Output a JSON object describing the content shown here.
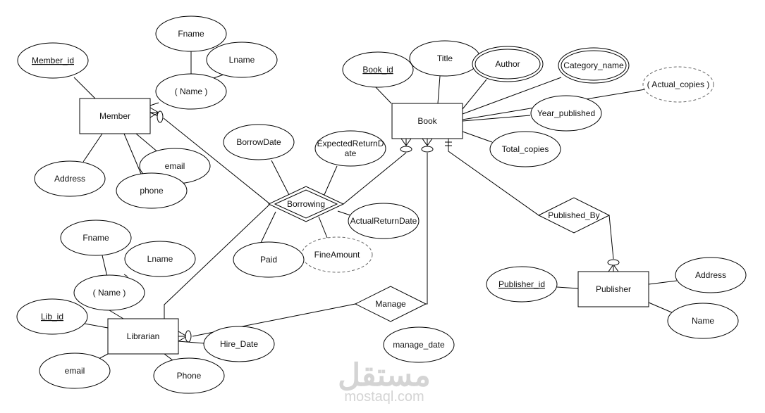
{
  "entities": {
    "member": "Member",
    "book": "Book",
    "librarian": "Librarian",
    "publisher": "Publisher"
  },
  "relationships": {
    "borrowing": "Borrowing",
    "manage": "Manage",
    "published_by": "Published_By"
  },
  "attributes": {
    "member_fname": "Fname",
    "member_lname": "Lname",
    "member_name": "( Name )",
    "member_id": "Member_id",
    "member_address": "Address",
    "member_email": "email",
    "member_phone": "phone",
    "book_id": "Book_id",
    "book_title": "Title",
    "book_author": "Author",
    "book_category": "Category_name",
    "book_actual_copies": "( Actual_copies )",
    "book_year": "Year_published",
    "book_total_copies": "Total_copies",
    "borrow_date": "BorrowDate",
    "expected_return_1": "ExpectedReturnD",
    "expected_return_2": "ate",
    "actual_return": "ActualReturnDate",
    "fine_amount": "FineAmount",
    "paid": "Paid",
    "lib_fname": "Fname",
    "lib_lname": "Lname",
    "lib_name": "( Name )",
    "lib_id": "Lib_id",
    "lib_email": "email",
    "lib_phone": "Phone",
    "hire_date": "Hire_Date",
    "manage_date": "manage_date",
    "publisher_id": "Publisher_id",
    "publisher_address": "Address",
    "publisher_name": "Name"
  },
  "watermark": {
    "arabic": "مستقل",
    "latin": "mostaql.com"
  }
}
